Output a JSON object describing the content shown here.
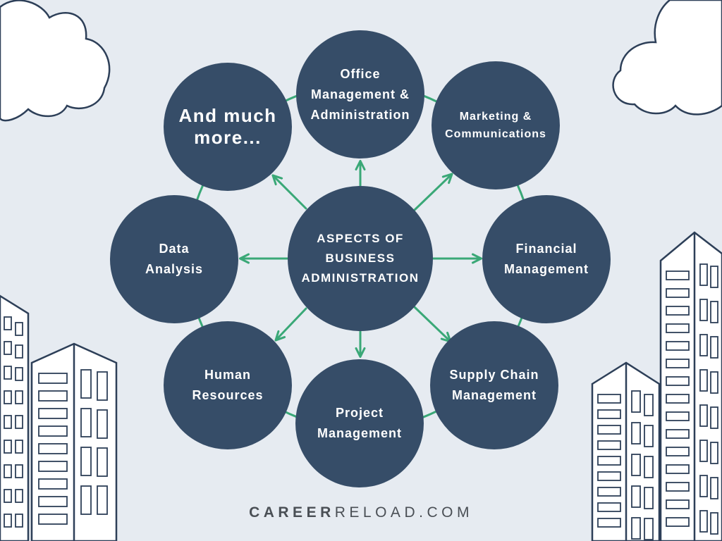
{
  "diagram": {
    "center": "ASPECTS OF\nBUSINESS\nADMINISTRATION",
    "nodes": {
      "office": "Office\nManagement &\nAdministration",
      "marketing": "Marketing &\nCommunications",
      "financial": "Financial\nManagement",
      "supply_chain": "Supply Chain\nManagement",
      "project": "Project\nManagement",
      "human_resources": "Human\nResources",
      "data_analysis": "Data\nAnalysis",
      "much_more": "And much\nmore..."
    }
  },
  "footer": {
    "brand_bold": "CAREER",
    "brand_light": "RELOAD.COM"
  },
  "colors": {
    "background": "#e6ebf1",
    "circle": "#364d68",
    "arrow": "#3aa877",
    "outline": "#2d3f58"
  }
}
